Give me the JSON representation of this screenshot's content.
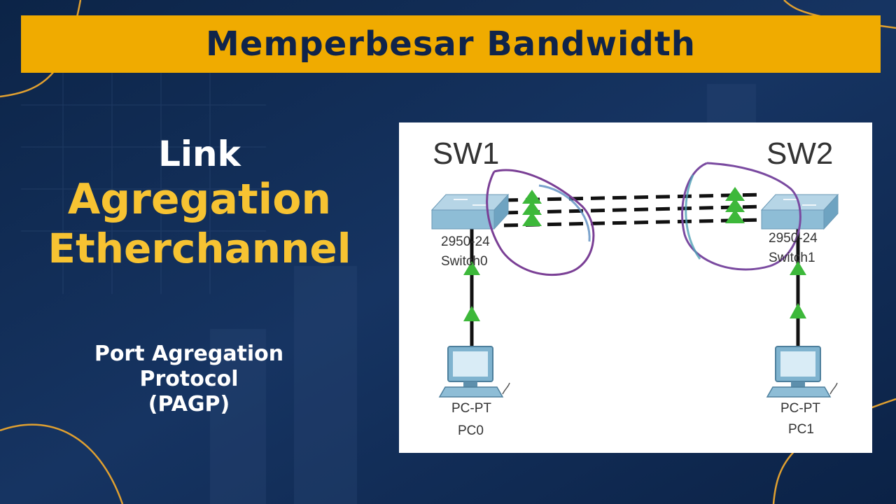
{
  "banner": {
    "title": "Memperbesar Bandwidth"
  },
  "left": {
    "line1": "Link",
    "line2": "Agregation",
    "line3": "Etherchannel"
  },
  "subtitle": {
    "line1": "Port Agregation",
    "line2": "Protocol",
    "line3": "(PAGP)"
  },
  "diagram": {
    "sw1": {
      "name": "SW1",
      "model": "2950-24",
      "label": "Switch0"
    },
    "sw2": {
      "name": "SW2",
      "model": "2950-24",
      "label": "Switch1"
    },
    "pc0": {
      "model": "PC-PT",
      "label": "PC0"
    },
    "pc1": {
      "model": "PC-PT",
      "label": "PC1"
    },
    "link_status_color": "#3db83a",
    "switch_color": "#7fb3cf"
  },
  "colors": {
    "background": "#0f2a52",
    "banner": "#f0ab00",
    "accent_text": "#f7c332",
    "decor_curve": "#e0a030"
  }
}
